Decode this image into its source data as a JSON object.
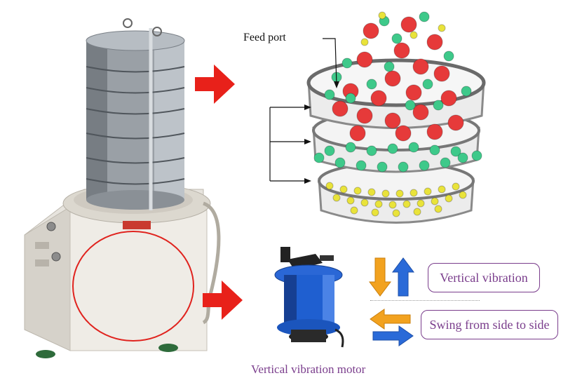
{
  "labels": {
    "feed_port": "Feed port",
    "vertical_vibration": "Vertical vibration",
    "swing": "Swing from side to side",
    "motor_caption": "Vertical vibration motor"
  },
  "colors": {
    "accent_purple": "#7a3d8c",
    "arrow_red": "#e8211a",
    "ball_red": "#e63a3a",
    "ball_green": "#3ec98a",
    "ball_yellow": "#e9e33a",
    "arrow_orange": "#f2a21f",
    "arrow_blue": "#2a6ad8",
    "motor_blue": "#1f5fd0"
  },
  "icons": [
    "machine-photo",
    "sieve-stack-illustration",
    "motor-photo",
    "vertical-arrows-icon",
    "horizontal-arrows-icon"
  ]
}
